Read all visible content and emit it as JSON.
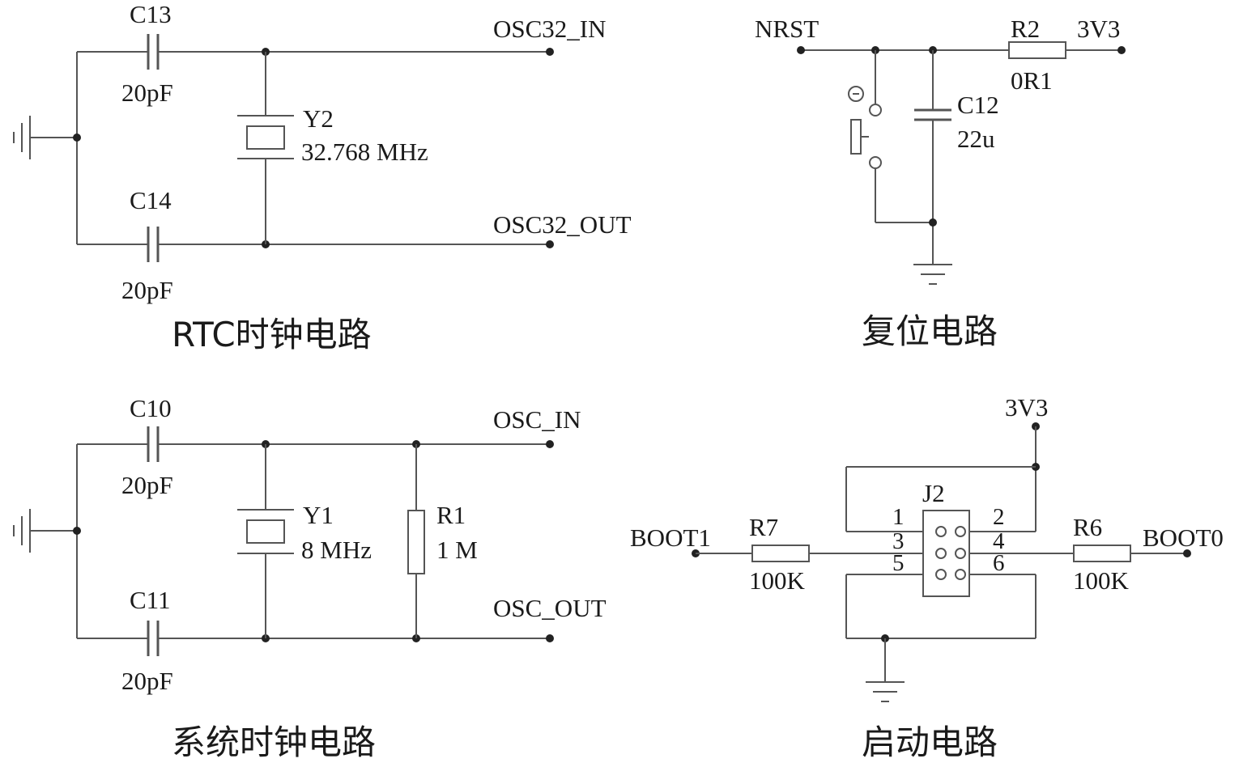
{
  "rtc_clock": {
    "caption": "RTC时钟电路",
    "c13": {
      "ref": "C13",
      "value": "20pF"
    },
    "c14": {
      "ref": "C14",
      "value": "20pF"
    },
    "y2": {
      "ref": "Y2",
      "value": "32.768 MHz"
    },
    "net_in": "OSC32_IN",
    "net_out": "OSC32_OUT"
  },
  "reset": {
    "caption": "复位电路",
    "net_nrst": "NRST",
    "r2": {
      "ref": "R2",
      "value": "0R1"
    },
    "net_power": "3V3",
    "c12": {
      "ref": "C12",
      "value": "22u"
    }
  },
  "system_clock": {
    "caption": "系统时钟电路",
    "c10": {
      "ref": "C10",
      "value": "20pF"
    },
    "c11": {
      "ref": "C11",
      "value": "20pF"
    },
    "y1": {
      "ref": "Y1",
      "value": "8 MHz"
    },
    "r1": {
      "ref": "R1",
      "value": "1 M"
    },
    "net_in": "OSC_IN",
    "net_out": "OSC_OUT"
  },
  "boot": {
    "caption": "启动电路",
    "net_power": "3V3",
    "j2": {
      "ref": "J2",
      "pins_left": [
        "1",
        "3",
        "5"
      ],
      "pins_right": [
        "2",
        "4",
        "6"
      ]
    },
    "r7": {
      "ref": "R7",
      "value": "100K"
    },
    "r6": {
      "ref": "R6",
      "value": "100K"
    },
    "net_boot1": "BOOT1",
    "net_boot0": "BOOT0"
  }
}
